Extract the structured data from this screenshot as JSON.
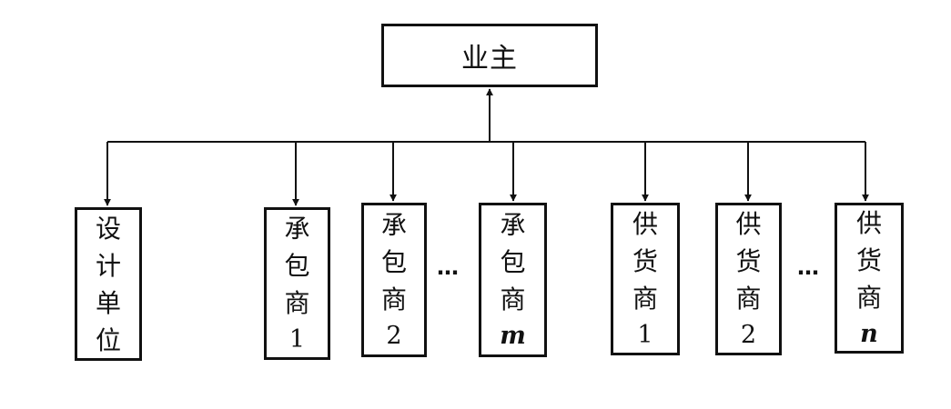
{
  "owner": {
    "label": "业主"
  },
  "design_unit": {
    "chars": [
      "设",
      "计",
      "单",
      "位"
    ]
  },
  "contractors": [
    {
      "chars": [
        "承",
        "包",
        "商"
      ],
      "index": "1",
      "italic": false
    },
    {
      "chars": [
        "承",
        "包",
        "商"
      ],
      "index": "2",
      "italic": false
    },
    {
      "chars": [
        "承",
        "包",
        "商"
      ],
      "index": "m",
      "italic": true
    }
  ],
  "suppliers": [
    {
      "chars": [
        "供",
        "货",
        "商"
      ],
      "index": "1",
      "italic": false
    },
    {
      "chars": [
        "供",
        "货",
        "商"
      ],
      "index": "2",
      "italic": false
    },
    {
      "chars": [
        "供",
        "货",
        "商"
      ],
      "index": "n",
      "italic": true
    }
  ],
  "ellipsis": "…"
}
